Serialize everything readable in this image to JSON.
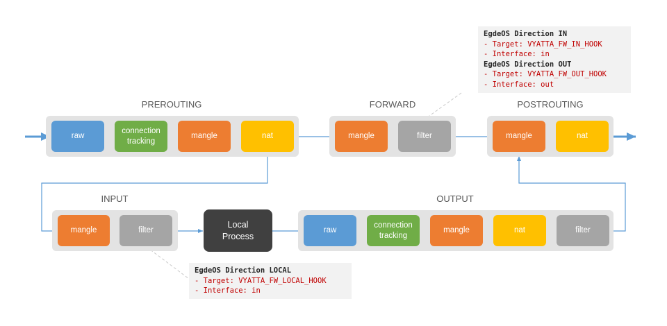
{
  "chains": {
    "prerouting": "PREROUTING",
    "forward": "FORWARD",
    "postrouting": "POSTROUTING",
    "input": "INPUT",
    "output": "OUTPUT"
  },
  "tables": {
    "raw": "raw",
    "connection_tracking": "connection\ntracking",
    "mangle": "mangle",
    "nat": "nat",
    "filter": "filter"
  },
  "local_process": "Local\nProcess",
  "notes": {
    "in_out": {
      "heading_in": "EgdeOS Direction IN",
      "target_in": "- Target: VYATTA_FW_IN_HOOK",
      "interface_in": "- Interface: in",
      "heading_out": "EgdeOS Direction OUT",
      "target_out": "- Target: VYATTA_FW_OUT_HOOK",
      "interface_out": "- Interface: out"
    },
    "local": {
      "heading": "EgdeOS Direction LOCAL",
      "target": "- Target: VYATTA_FW_LOCAL_HOOK",
      "interface": "- Interface: in"
    }
  },
  "colors": {
    "raw": "#5b9bd5",
    "connection_tracking": "#70ad47",
    "mangle": "#ed7d31",
    "nat": "#ffc000",
    "filter": "#a5a5a5",
    "local_process": "#404040",
    "group": "#e3e3e3",
    "arrow": "#5b9bd5",
    "note_text": "#c00000"
  }
}
